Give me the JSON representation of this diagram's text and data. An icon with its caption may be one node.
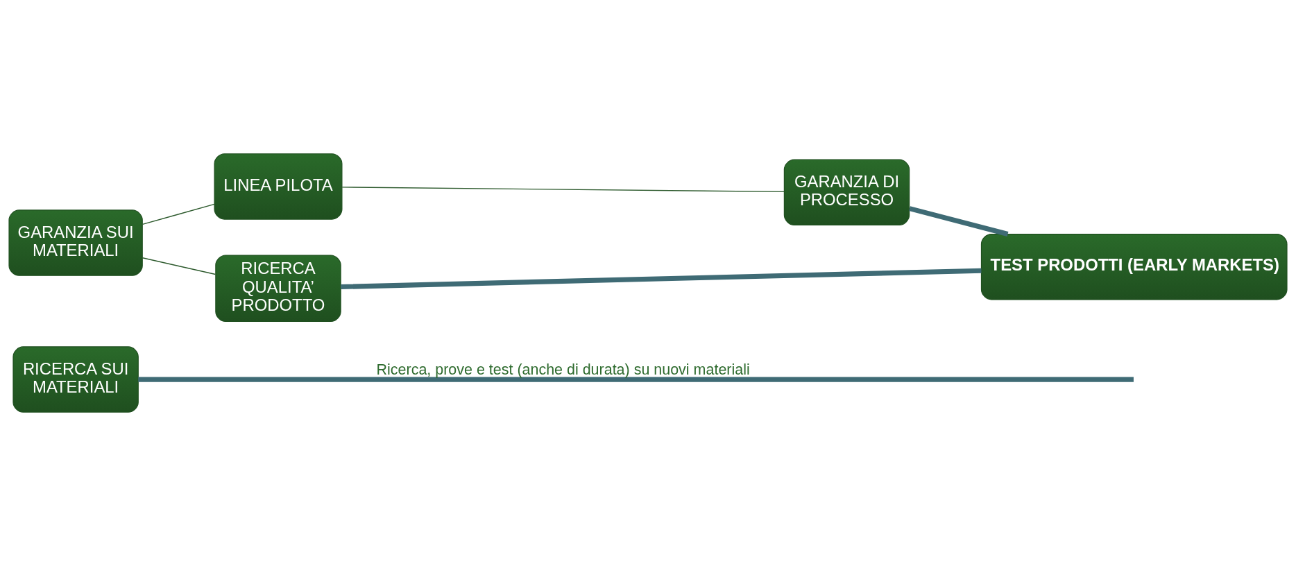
{
  "diagram": {
    "nodes": [
      {
        "text": [
          "GARANZIA SUI MATERIALI"
        ]
      },
      {
        "text": [
          "LINEA PILOTA"
        ]
      },
      {
        "text": [
          "GARANZIA DI PROCESSO"
        ]
      },
      {
        "text": [
          "RICERCA QUALITA’ PRODOTTO"
        ]
      },
      {
        "text": [
          "TEST PRODOTTI (EARLY MARKETS)"
        ]
      },
      {
        "text": [
          "RICERCA SUI MATERIALI"
        ]
      }
    ],
    "edges": [
      {
        "from": 0,
        "to": 1,
        "arrow": "none"
      },
      {
        "from": 0,
        "to": 3,
        "arrow": "none"
      },
      {
        "from": 1,
        "to": 2,
        "arrow": "none"
      },
      {
        "from": 2,
        "to": 4,
        "arrow": "none",
        "style": "thick",
        "color": "#3f6b75"
      },
      {
        "from": 3,
        "to": 4,
        "arrow": "none",
        "style": "thick",
        "color": "#3f6b75"
      },
      {
        "from": 5,
        "to": null,
        "arrow": "none",
        "label": "Ricerca, prove e test (anche di durata) su nuovi materiali",
        "style": "thick",
        "color": "#3f6b75"
      }
    ]
  }
}
